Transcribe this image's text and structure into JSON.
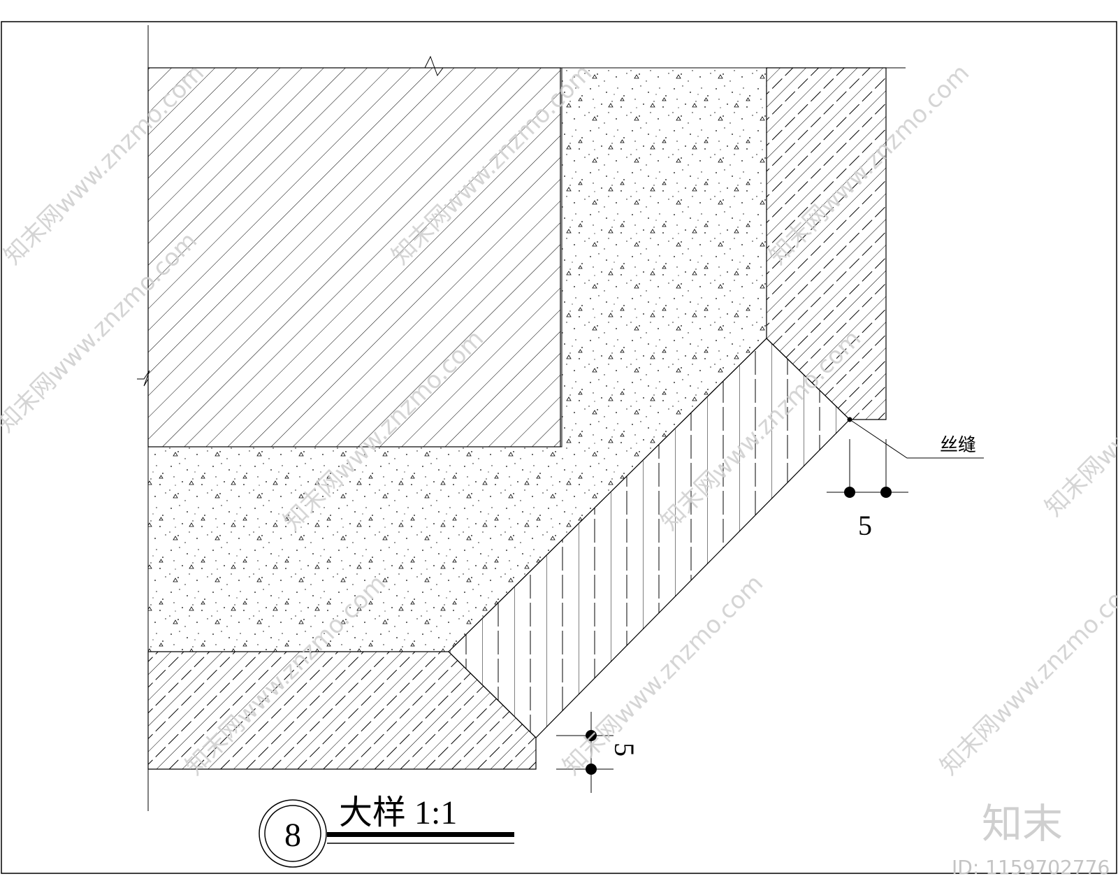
{
  "drawing": {
    "callout_label": "丝缝",
    "dimension_right": "5",
    "dimension_bottom": "5",
    "title": {
      "detail_number": "8",
      "text": "大样 1:1"
    }
  },
  "watermark": {
    "logo_text": "知末",
    "id_text": "ID: 1159702776",
    "site_text": "知末网www.znzmo.com"
  },
  "colors": {
    "line": "#000000",
    "background": "#ffffff",
    "watermark": "#cfcfcf"
  }
}
